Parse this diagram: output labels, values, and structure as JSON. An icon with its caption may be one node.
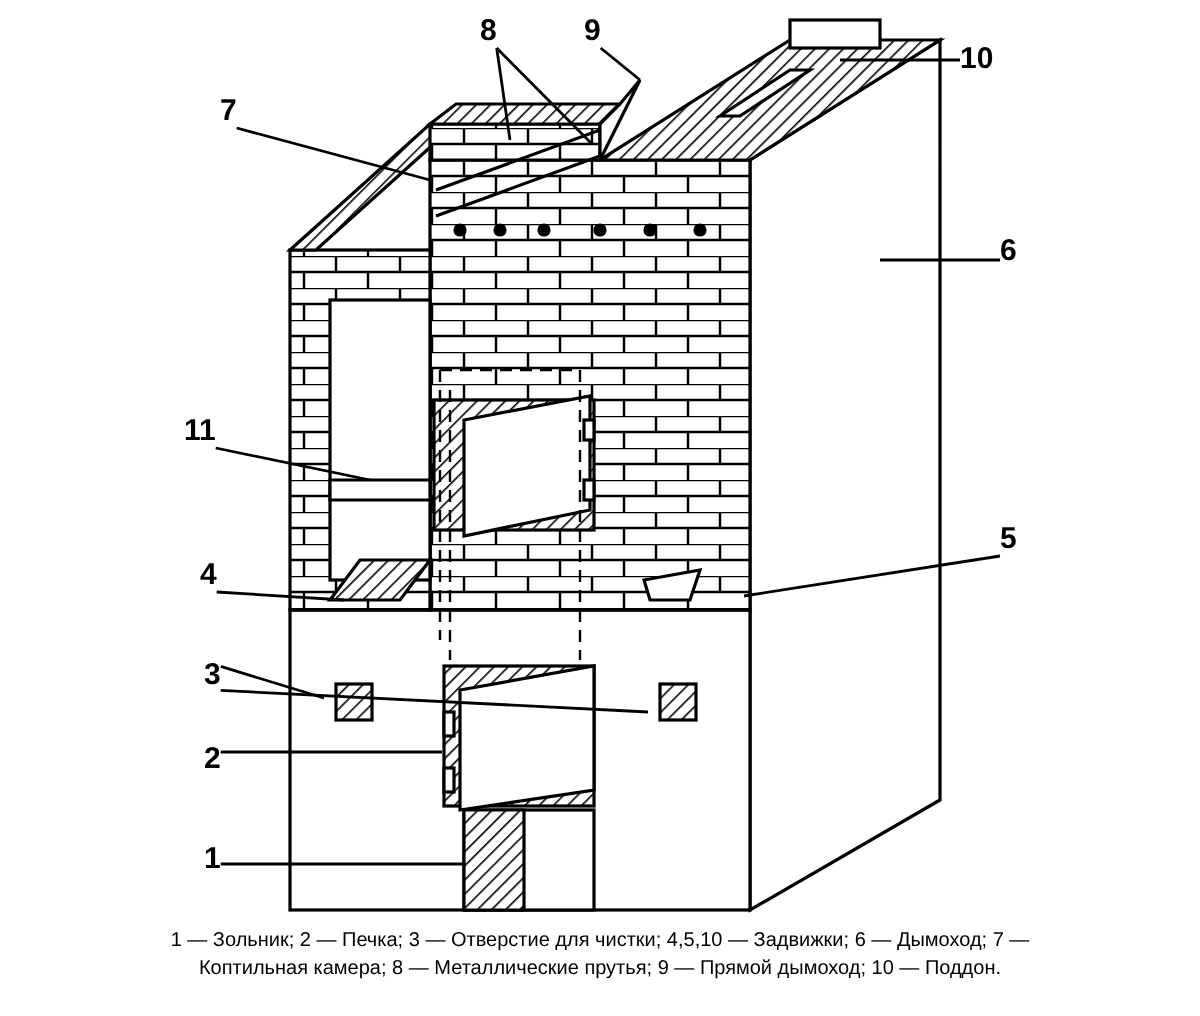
{
  "diagram": {
    "caption": "1 — Зольник; 2 — Печка; 3 — Отверстие для чистки; 4,5,10 — Задвижки; 6 — Дымоход; 7 — Коптильная камера; 8 — Металлические прутья; 9 — Прямой дымоход; 10 — Поддон.",
    "nodes": [
      {
        "text": [
          "8"
        ]
      },
      {
        "text": [
          "9"
        ]
      },
      {
        "text": [
          "10"
        ]
      },
      {
        "text": [
          "7"
        ]
      },
      {
        "text": [
          "6"
        ]
      },
      {
        "text": [
          "11"
        ]
      },
      {
        "text": [
          "5"
        ]
      },
      {
        "text": [
          "4"
        ]
      },
      {
        "text": [
          "3"
        ]
      },
      {
        "text": [
          "2"
        ]
      },
      {
        "text": [
          "1"
        ]
      }
    ],
    "edges": [
      {
        "from": 0,
        "to": null,
        "arrow": "none"
      },
      {
        "from": 0,
        "to": null,
        "arrow": "none"
      },
      {
        "from": 1,
        "to": null,
        "arrow": "none"
      },
      {
        "from": 2,
        "to": null,
        "arrow": "none"
      },
      {
        "from": 3,
        "to": null,
        "arrow": "none"
      },
      {
        "from": 4,
        "to": null,
        "arrow": "none"
      },
      {
        "from": 5,
        "to": null,
        "arrow": "none"
      },
      {
        "from": 6,
        "to": null,
        "arrow": "none"
      },
      {
        "from": 7,
        "to": null,
        "arrow": "none"
      },
      {
        "from": 8,
        "to": null,
        "arrow": "none"
      },
      {
        "from": 8,
        "to": null,
        "arrow": "none"
      },
      {
        "from": 9,
        "to": null,
        "arrow": "none"
      },
      {
        "from": 10,
        "to": null,
        "arrow": "none"
      }
    ]
  }
}
